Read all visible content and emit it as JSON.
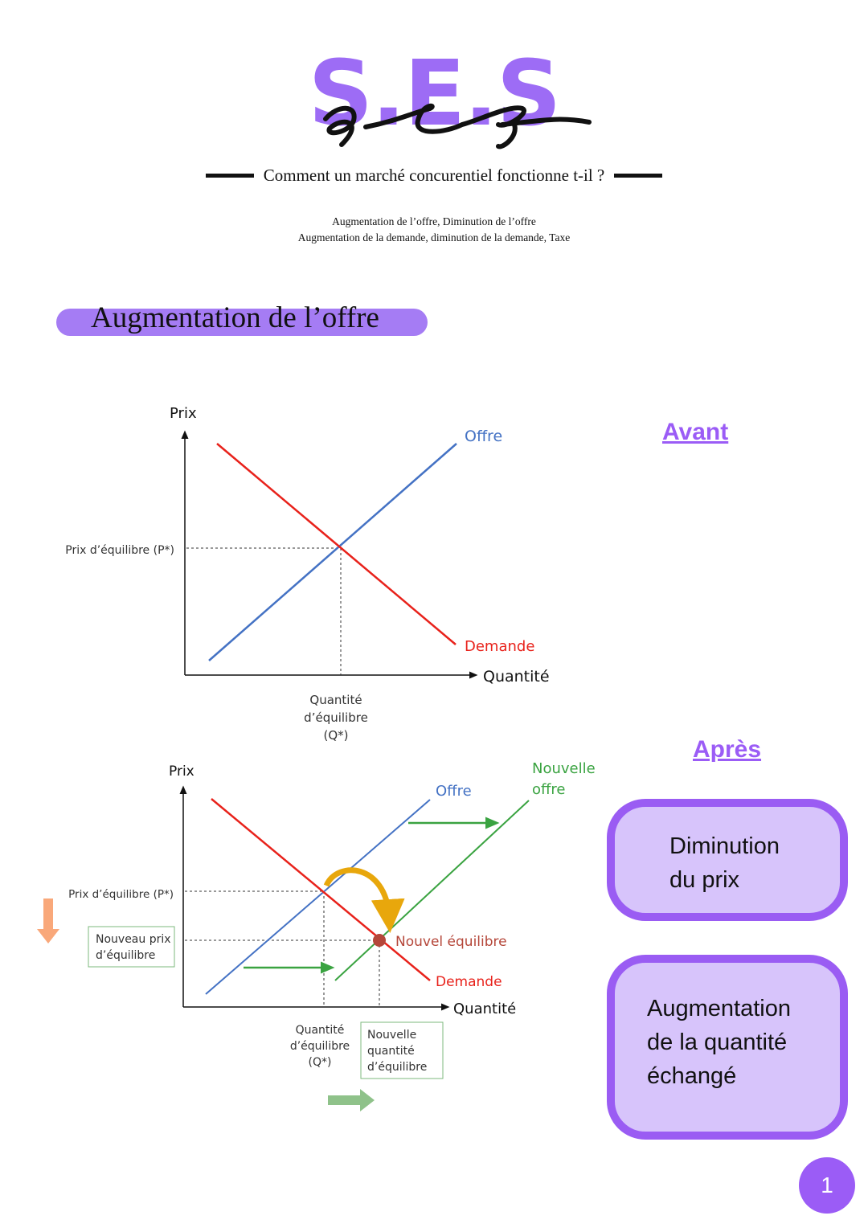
{
  "header": {
    "logo_text": "S.E.S",
    "subtitle": "Comment un marché concurentiel fonctionne t-il ?",
    "topics_line1": "Augmentation de l’offre, Diminution de l’offre",
    "topics_line2": "Augmentation de la demande, diminution de la demande, Taxe"
  },
  "section": {
    "title": "Augmentation de l’offre"
  },
  "chart_data": [
    {
      "type": "line",
      "title": "Avant",
      "ylabel": "Prix",
      "xlabel": "Quantité",
      "series": [
        {
          "name": "Offre",
          "color": "#4472c4"
        },
        {
          "name": "Demande",
          "color": "#e8221b"
        }
      ],
      "annotations": {
        "price_eq": "Prix d’équilibre (P*)",
        "qty_eq_1": "Quantité",
        "qty_eq_2": "d’équilibre",
        "qty_eq_3": "(Q*)"
      }
    },
    {
      "type": "line",
      "title": "Après",
      "ylabel": "Prix",
      "xlabel": "Quantité",
      "series": [
        {
          "name": "Offre",
          "color": "#4472c4"
        },
        {
          "name": "Demande",
          "color": "#e8221b"
        },
        {
          "name_1": "Nouvelle",
          "name_2": "offre",
          "color": "#3aa341"
        }
      ],
      "annotations": {
        "price_eq": "Prix d’équilibre (P*)",
        "new_price_1": "Nouveau prix",
        "new_price_2": "d’équilibre",
        "new_eq": "Nouvel  équilibre",
        "qty_eq_1": "Quantité",
        "qty_eq_2": "d’équilibre",
        "qty_eq_3": "(Q*)",
        "new_qty_1": "Nouvelle",
        "new_qty_2": "quantité",
        "new_qty_3": "d’équilibre"
      }
    }
  ],
  "side": {
    "avant": "Avant",
    "apres": "Après",
    "card1_line1": "Diminution",
    "card1_line2": "du prix",
    "card2_line1": "Augmentation",
    "card2_line2": "de la quantité",
    "card2_line3": "échangé"
  },
  "page_number": "1"
}
